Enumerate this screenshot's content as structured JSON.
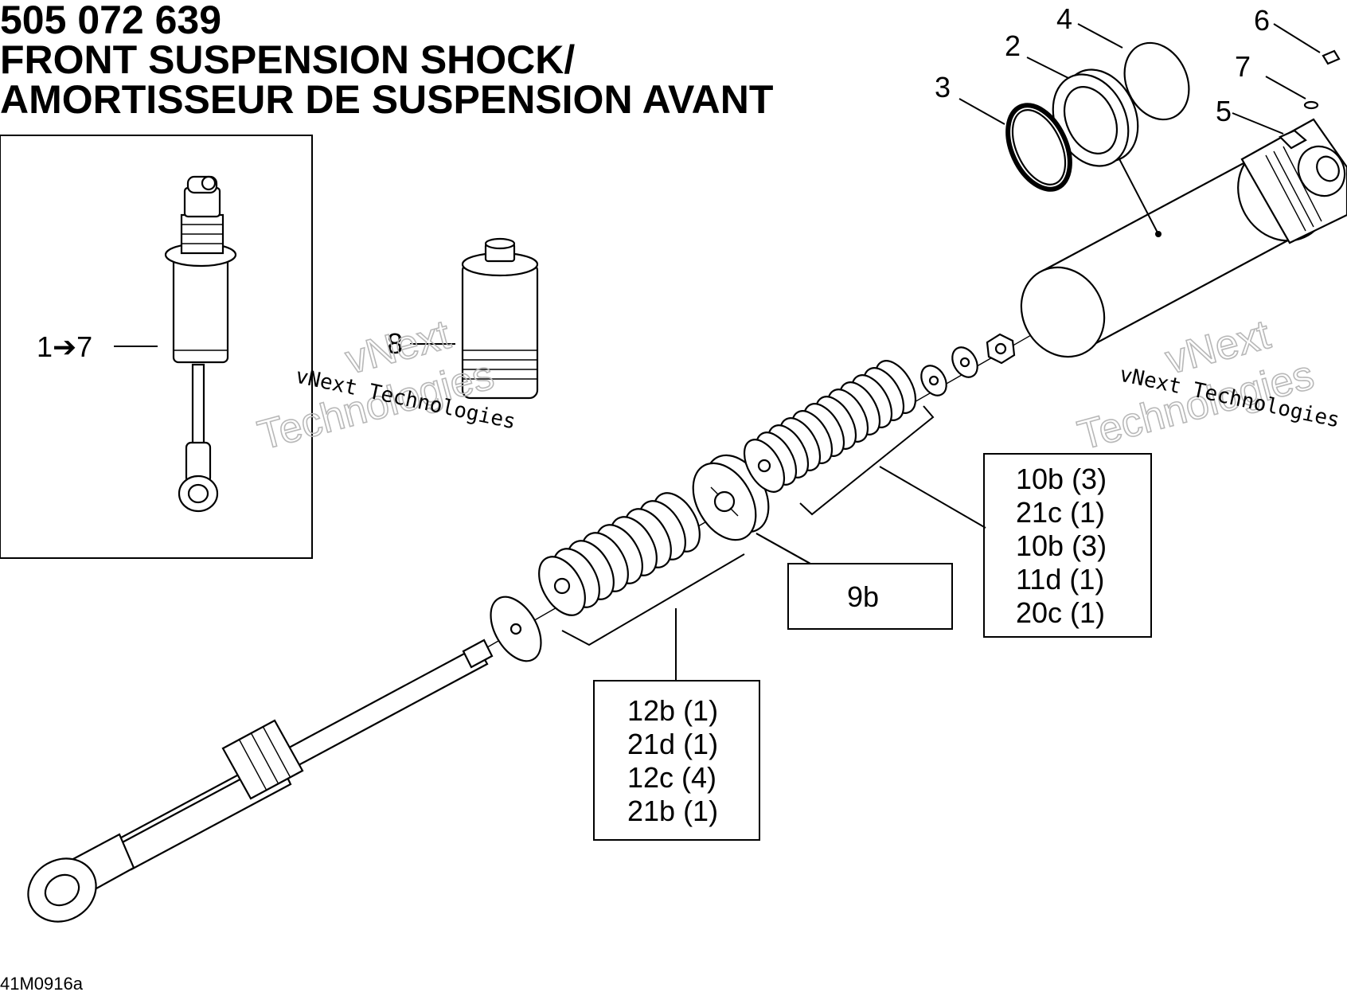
{
  "diagram": {
    "part_number": "505 072 639",
    "title_en": "FRONT SUSPENSION SHOCK/",
    "title_fr": "AMORTISSEUR DE SUSPENSION AVANT",
    "figure_code": "41M0916a",
    "watermark": {
      "line": "vNext Technologies",
      "big_a": "vNext",
      "big_b": "Technologies"
    },
    "callouts": {
      "c1": "1➔7",
      "c2": "2",
      "c3": "3",
      "c4": "4",
      "c5": "5",
      "c6": "6",
      "c7": "7",
      "c8": "8"
    },
    "box_9": {
      "label": "9b"
    },
    "box_10": {
      "lines": [
        "10b (3)",
        "21c (1)",
        "10b (3)",
        "11d (1)",
        "20c (1)"
      ]
    },
    "box_12": {
      "lines": [
        "12b (1)",
        "21d (1)",
        "12c (4)",
        "21b (1)"
      ]
    }
  }
}
